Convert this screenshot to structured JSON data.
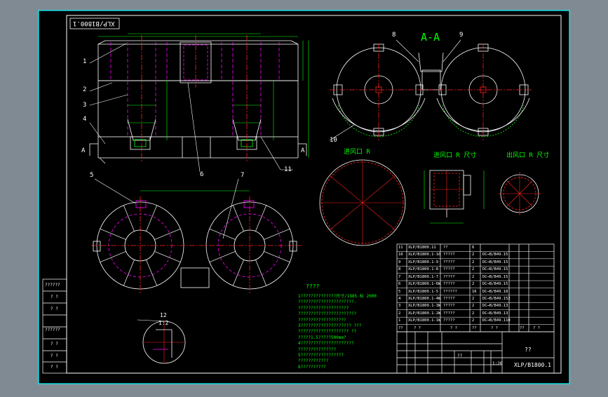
{
  "drawing": {
    "number_box": "XLP/B1800.1",
    "section_label": "A-A",
    "view_label_1": "进风口 R",
    "view_label_2": "进风口 R 尺寸",
    "view_label_3": "出风口 R 尺寸",
    "mark_a_left": "A",
    "mark_a_right": "A",
    "scale_note": "1:2",
    "detail_number": "12",
    "notes_title": "????",
    "notes_lines": [
      "1??????????????尺寸/1985 标 2000",
      "??????????????????????.",
      "????????????????????",
      "???????????????????????",
      "???????????????????",
      "3???????????????????? ???",
      "???????????????????? ??",
      "?????1.5?????500mm?",
      "4?????????????????????",
      "???????????????",
      "5?????????????????",
      "????????????",
      "6??????????"
    ],
    "callouts": [
      "1",
      "2",
      "3",
      "4",
      "5",
      "6",
      "7",
      "8",
      "9",
      "10",
      "11"
    ]
  },
  "parts_list": {
    "rows": [
      {
        "no": "11",
        "code": "XLP/B1800.11",
        "name": "??",
        "qty": "6",
        "std": ""
      },
      {
        "no": "10",
        "code": "XLP/B1800.1-10",
        "name": "?????",
        "qty": "2",
        "std": "DC→B/B49.15"
      },
      {
        "no": "9",
        "code": "XLP/B1800.1-9",
        "name": "?????",
        "qty": "2",
        "std": "DC→B/B49.15"
      },
      {
        "no": "8",
        "code": "XLP/B1800.1-8",
        "name": "?????",
        "qty": "2",
        "std": "DC→B/B49.15"
      },
      {
        "no": "7",
        "code": "XLP/B1800.1-7",
        "name": "?????",
        "qty": "2",
        "std": "DC→B/B49.15"
      },
      {
        "no": "6",
        "code": "XLP/B1800.1-6W",
        "name": "?????",
        "qty": "2",
        "std": "DC→B/B49.15"
      },
      {
        "no": "5",
        "code": "XLP/B1800.1-5",
        "name": "??????",
        "qty": "16",
        "std": "DC→B/B49.18"
      },
      {
        "no": "4",
        "code": "XLP/B1800.1-4W",
        "name": "?????",
        "qty": "2",
        "std": "DC→B/B49.152"
      },
      {
        "no": "3",
        "code": "XLP/B1800.1-3W",
        "name": "?????",
        "qty": "2",
        "std": "DC→B/B49.13"
      },
      {
        "no": "2",
        "code": "XLP/B1800.1-2W",
        "name": "?????",
        "qty": "2",
        "std": "DC→B/B49.13"
      },
      {
        "no": "1",
        "code": "XLP/B1800.1-1W",
        "name": "?????",
        "qty": "2",
        "std": "DC→B/B49.110"
      }
    ],
    "header": {
      "no": "??",
      "code": "? ?",
      "name": "? ?",
      "qty": "??",
      "std": "? ?",
      "mass": "??",
      "note": "? ?"
    }
  },
  "title_block": {
    "drawing_no": "XLP/B1800.1",
    "title": "??",
    "scale": "1:20",
    "sheet": "??"
  },
  "left_strip": [
    "??????",
    "? ?",
    "? ?",
    "??????",
    "? ?",
    "? ?",
    "? ?"
  ],
  "colors": {
    "background": "#7f8a93",
    "paper": "#000000",
    "border": "#00ffff",
    "green": "#00ff00",
    "white": "#ffffff",
    "red": "#ff2020",
    "magenta": "#ff00ff",
    "yellow": "#ffff00"
  }
}
